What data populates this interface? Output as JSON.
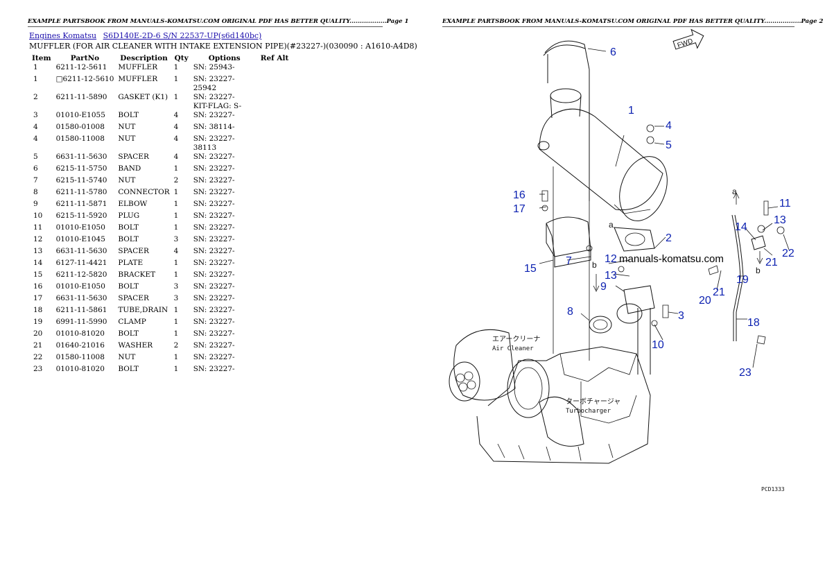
{
  "header": {
    "page1": "EXAMPLE PARTSBOOK FROM MANUALS-KOMATSU.COM ORIGINAL PDF HAS BETTER QUALITY..................Page 1",
    "page2": "EXAMPLE PARTSBOOK FROM MANUALS-KOMATSU.COM ORIGINAL PDF HAS BETTER QUALITY..................Page 2"
  },
  "breadcrumb": {
    "link1": "Engines Komatsu",
    "link2": "S6D140E-2D-6 S/N 22537-UP(s6d140bc)"
  },
  "title": "MUFFLER (FOR AIR CLEANER WITH INTAKE EXTENSION PIPE)(#23227-)(030090 : A1610-A4D8)",
  "table": {
    "headers": [
      "Item",
      "PartNo",
      "Description",
      "Qty",
      "Options",
      "Ref Alt"
    ],
    "rows": [
      [
        "1",
        "6211-12-5611",
        "MUFFLER",
        "1",
        "SN: 25943-"
      ],
      [
        "1",
        "□6211-12-5610",
        "MUFFLER",
        "1",
        "SN: 23227-25942"
      ],
      [
        "2",
        "6211-11-5890",
        "GASKET (K1)",
        "1",
        "SN: 23227-\nKIT-FLAG: S-"
      ],
      [
        "3",
        "01010-E1055",
        "BOLT",
        "4",
        "SN: 23227-"
      ],
      [
        "4",
        "01580-01008",
        "NUT",
        "4",
        "SN: 38114-"
      ],
      [
        "4",
        "01580-11008",
        "NUT",
        "4",
        "SN: 23227-38113"
      ],
      [
        "5",
        "6631-11-5630",
        "SPACER",
        "4",
        "SN: 23227-"
      ],
      [
        "6",
        "6215-11-5750",
        "BAND",
        "1",
        "SN: 23227-"
      ],
      [
        "7",
        "6215-11-5740",
        "NUT",
        "2",
        "SN: 23227-"
      ],
      [
        "8",
        "6211-11-5780",
        "CONNECTOR",
        "1",
        "SN: 23227-"
      ],
      [
        "9",
        "6211-11-5871",
        "ELBOW",
        "1",
        "SN: 23227-"
      ],
      [
        "10",
        "6215-11-5920",
        "PLUG",
        "1",
        "SN: 23227-"
      ],
      [
        "11",
        "01010-E1050",
        "BOLT",
        "1",
        "SN: 23227-"
      ],
      [
        "12",
        "01010-E1045",
        "BOLT",
        "3",
        "SN: 23227-"
      ],
      [
        "13",
        "6631-11-5630",
        "SPACER",
        "4",
        "SN: 23227-"
      ],
      [
        "14",
        "6127-11-4421",
        "PLATE",
        "1",
        "SN: 23227-"
      ],
      [
        "15",
        "6211-12-5820",
        "BRACKET",
        "1",
        "SN: 23227-"
      ],
      [
        "16",
        "01010-E1050",
        "BOLT",
        "3",
        "SN: 23227-"
      ],
      [
        "17",
        "6631-11-5630",
        "SPACER",
        "3",
        "SN: 23227-"
      ],
      [
        "18",
        "6211-11-5861",
        "TUBE,DRAIN",
        "1",
        "SN: 23227-"
      ],
      [
        "19",
        "6991-11-5990",
        "CLAMP",
        "1",
        "SN: 23227-"
      ],
      [
        "20",
        "01010-81020",
        "BOLT",
        "1",
        "SN: 23227-"
      ],
      [
        "21",
        "01640-21016",
        "WASHER",
        "2",
        "SN: 23227-"
      ],
      [
        "22",
        "01580-11008",
        "NUT",
        "1",
        "SN: 23227-"
      ],
      [
        "23",
        "01010-81020",
        "BOLT",
        "1",
        "SN: 23227-"
      ]
    ]
  },
  "diagram": {
    "watermark": "manuals-komatsu.com",
    "air_cleaner_jp": "エアークリーナ",
    "air_cleaner_en": "Air Cleaner",
    "turbo_jp": "ターボチャージャ",
    "turbo_en": "Turbocharger",
    "fwd": "FWD",
    "ref_a": "a",
    "ref_b": "b",
    "code": "PCD1333",
    "labels": [
      "1",
      "2",
      "3",
      "4",
      "5",
      "6",
      "7",
      "8",
      "9",
      "10",
      "11",
      "12",
      "13",
      "14",
      "15",
      "16",
      "17",
      "18",
      "19",
      "20",
      "21",
      "22",
      "23"
    ]
  }
}
